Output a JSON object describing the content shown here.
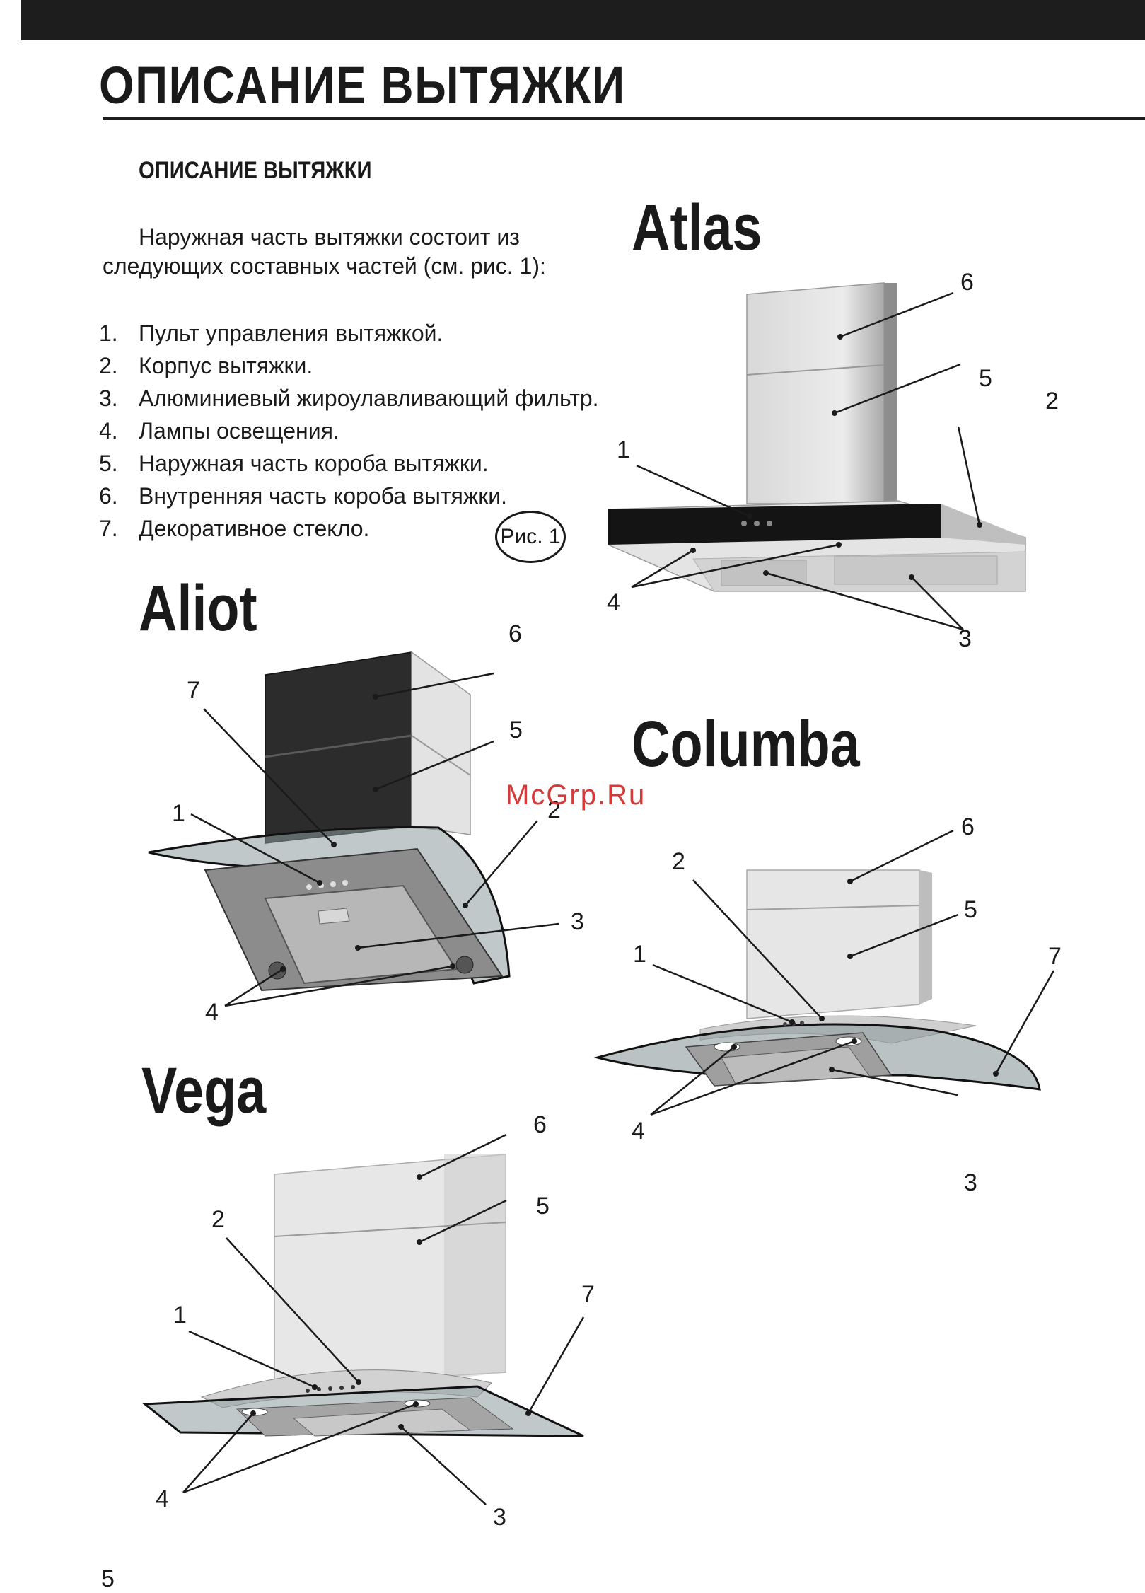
{
  "header": {
    "title": "ОПИСАНИЕ ВЫТЯЖКИ",
    "subtitle": "ОПИСАНИЕ ВЫТЯЖКИ"
  },
  "intro": {
    "line1": "Наружная часть вытяжки состоит из",
    "line2": "следующих составных частей (см. рис. 1):"
  },
  "parts": [
    {
      "num": "1.",
      "label": "Пульт управления вытяжкой."
    },
    {
      "num": "2.",
      "label": "Корпус вытяжки."
    },
    {
      "num": "3.",
      "label": "Алюминиевый жироулавливающий фильтр."
    },
    {
      "num": "4.",
      "label": "Лампы освещения."
    },
    {
      "num": "5.",
      "label": "Наружная часть короба вытяжки."
    },
    {
      "num": "6.",
      "label": "Внутренняя часть короба вытяжки."
    },
    {
      "num": "7.",
      "label": "Декоративное стекло."
    }
  ],
  "figure_label": "Рис. 1",
  "models": {
    "atlas": {
      "name": "Atlas",
      "callouts": [
        "1",
        "2",
        "3",
        "4",
        "5",
        "6"
      ]
    },
    "aliot": {
      "name": "Aliot",
      "callouts": [
        "1",
        "2",
        "3",
        "4",
        "5",
        "6",
        "7"
      ]
    },
    "columba": {
      "name": "Columba",
      "callouts": [
        "1",
        "2",
        "3",
        "4",
        "5",
        "6",
        "7"
      ]
    },
    "vega": {
      "name": "Vega",
      "callouts": [
        "1",
        "2",
        "3",
        "4",
        "5",
        "6",
        "7"
      ]
    }
  },
  "watermark": "McGrp.Ru",
  "page_number": "5",
  "colors": {
    "ink": "#1d1d1d",
    "steel": "#c9c9c9",
    "glass": "#7d8a8c",
    "watermark": "#d43a3a"
  }
}
